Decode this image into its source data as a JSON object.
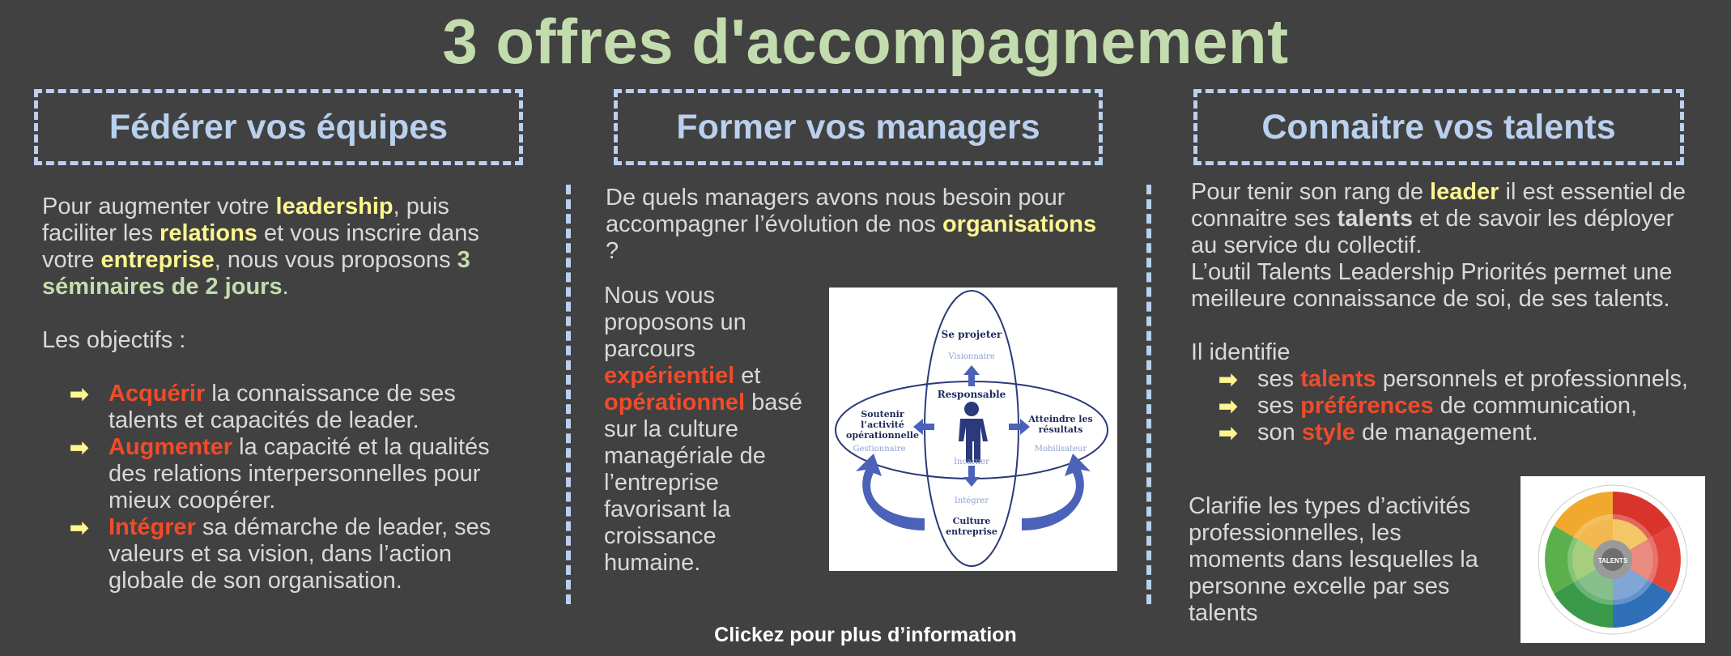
{
  "title": "3 offres d'accompagnement",
  "footer_link": "Clickez pour plus d’information",
  "colors": {
    "background": "#414141",
    "title": "#c3dcae",
    "header": "#b9d0ee",
    "highlight_yellow": "#fdf58f",
    "highlight_green": "#c3dcae",
    "highlight_red": "#f04b2a"
  },
  "columns": [
    {
      "header": "Fédérer vos équipes",
      "intro": {
        "t1": "Pour augmenter votre ",
        "h1": "leadership",
        "t2": ", puis faciliter les ",
        "h2": "relations",
        "t3": " et vous inscrire dans votre ",
        "h3": "entreprise",
        "t4": ", nous vous proposons ",
        "h4": "3 séminaires de 2 jours",
        "t5": "."
      },
      "objectives_label": "Les objectifs :",
      "bullets": [
        {
          "key": "Acquérir",
          "rest": " la connaissance de ses talents et capacités de leader."
        },
        {
          "key": "Augmenter",
          "rest": " la capacité et la qualités des relations interpersonnelles pour mieux coopérer."
        },
        {
          "key": "Intégrer",
          "rest": " sa démarche de leader, ses valeurs et sa vision, dans l’action globale de son organisation."
        }
      ]
    },
    {
      "header": "Former vos managers",
      "question": {
        "t1": "De quels managers avons nous besoin pour accompagner l’évolution de nos ",
        "h1": "organisations",
        "t2": " ?"
      },
      "offer": {
        "t1": "Nous vous proposons un parcours ",
        "h1": "expérientiel",
        "t2": " et ",
        "h2": "opérationnel",
        "t3": " basé sur la culture managériale de l’entreprise favorisant la croissance humaine."
      },
      "diagram": {
        "top": "Se projeter",
        "top_sub": "Visionnaire",
        "center": "Responsable",
        "center_sub": "Incarner",
        "left_1": "Soutenir",
        "left_2": "l’activité",
        "left_3": "opérationnelle",
        "left_sub": "Gestionnaire",
        "right_1": "Atteindre les",
        "right_2": "résultats",
        "right_sub": "Mobilisateur",
        "bottom_sub": "Intégrer",
        "bottom_1": "Culture",
        "bottom_2": "entreprise"
      }
    },
    {
      "header": "Connaitre vos talents",
      "intro": {
        "t1": "Pour tenir son rang de ",
        "h1": "leader",
        "t2": " il est essentiel de connaitre ses ",
        "h2": "talents",
        "t3": " et de savoir les déployer au service du collectif."
      },
      "tool": "L’outil Talents Leadership Priorités permet une meilleure connaissance de soi, de ses talents.",
      "identifies_label": "Il identifie",
      "bullets": [
        {
          "pre": "ses ",
          "key": "talents",
          "rest": " personnels et professionnels,"
        },
        {
          "pre": "ses ",
          "key": "préférences",
          "rest": " de communication,"
        },
        {
          "pre": "son ",
          "key": "style",
          "rest": " de management."
        }
      ],
      "clarify": "Clarifie les types d’activités professionnelles, les moments dans lesquelles la personne excelle par ses talents",
      "wheel_center": "TALENTS"
    }
  ]
}
